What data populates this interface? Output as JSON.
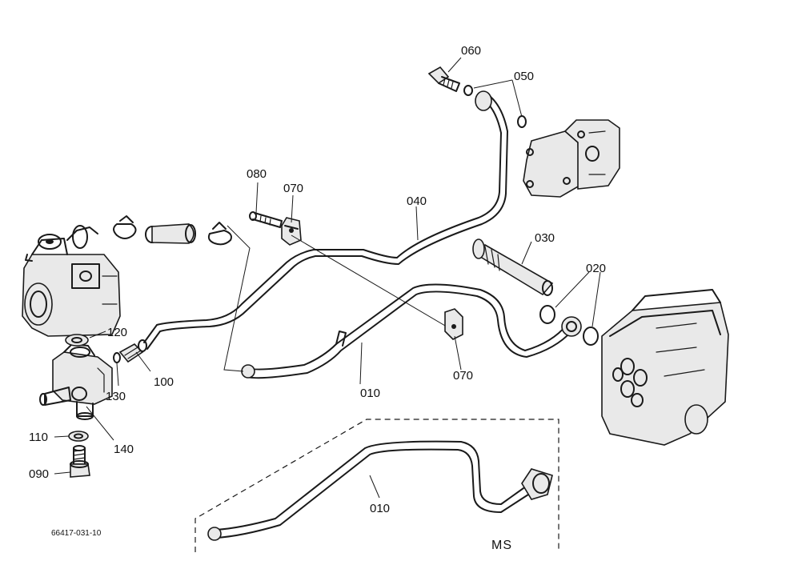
{
  "labels": {
    "p060": "060",
    "p050": "050",
    "p080": "080",
    "p070a": "070",
    "p040": "040",
    "p030": "030",
    "p020": "020",
    "p120": "120",
    "p100": "100",
    "p130": "130",
    "p010a": "010",
    "p070b": "070",
    "p110": "110",
    "p140": "140",
    "p090": "090",
    "p010b": "010",
    "variant": "MS",
    "drawing_code": "66417-031-10"
  }
}
